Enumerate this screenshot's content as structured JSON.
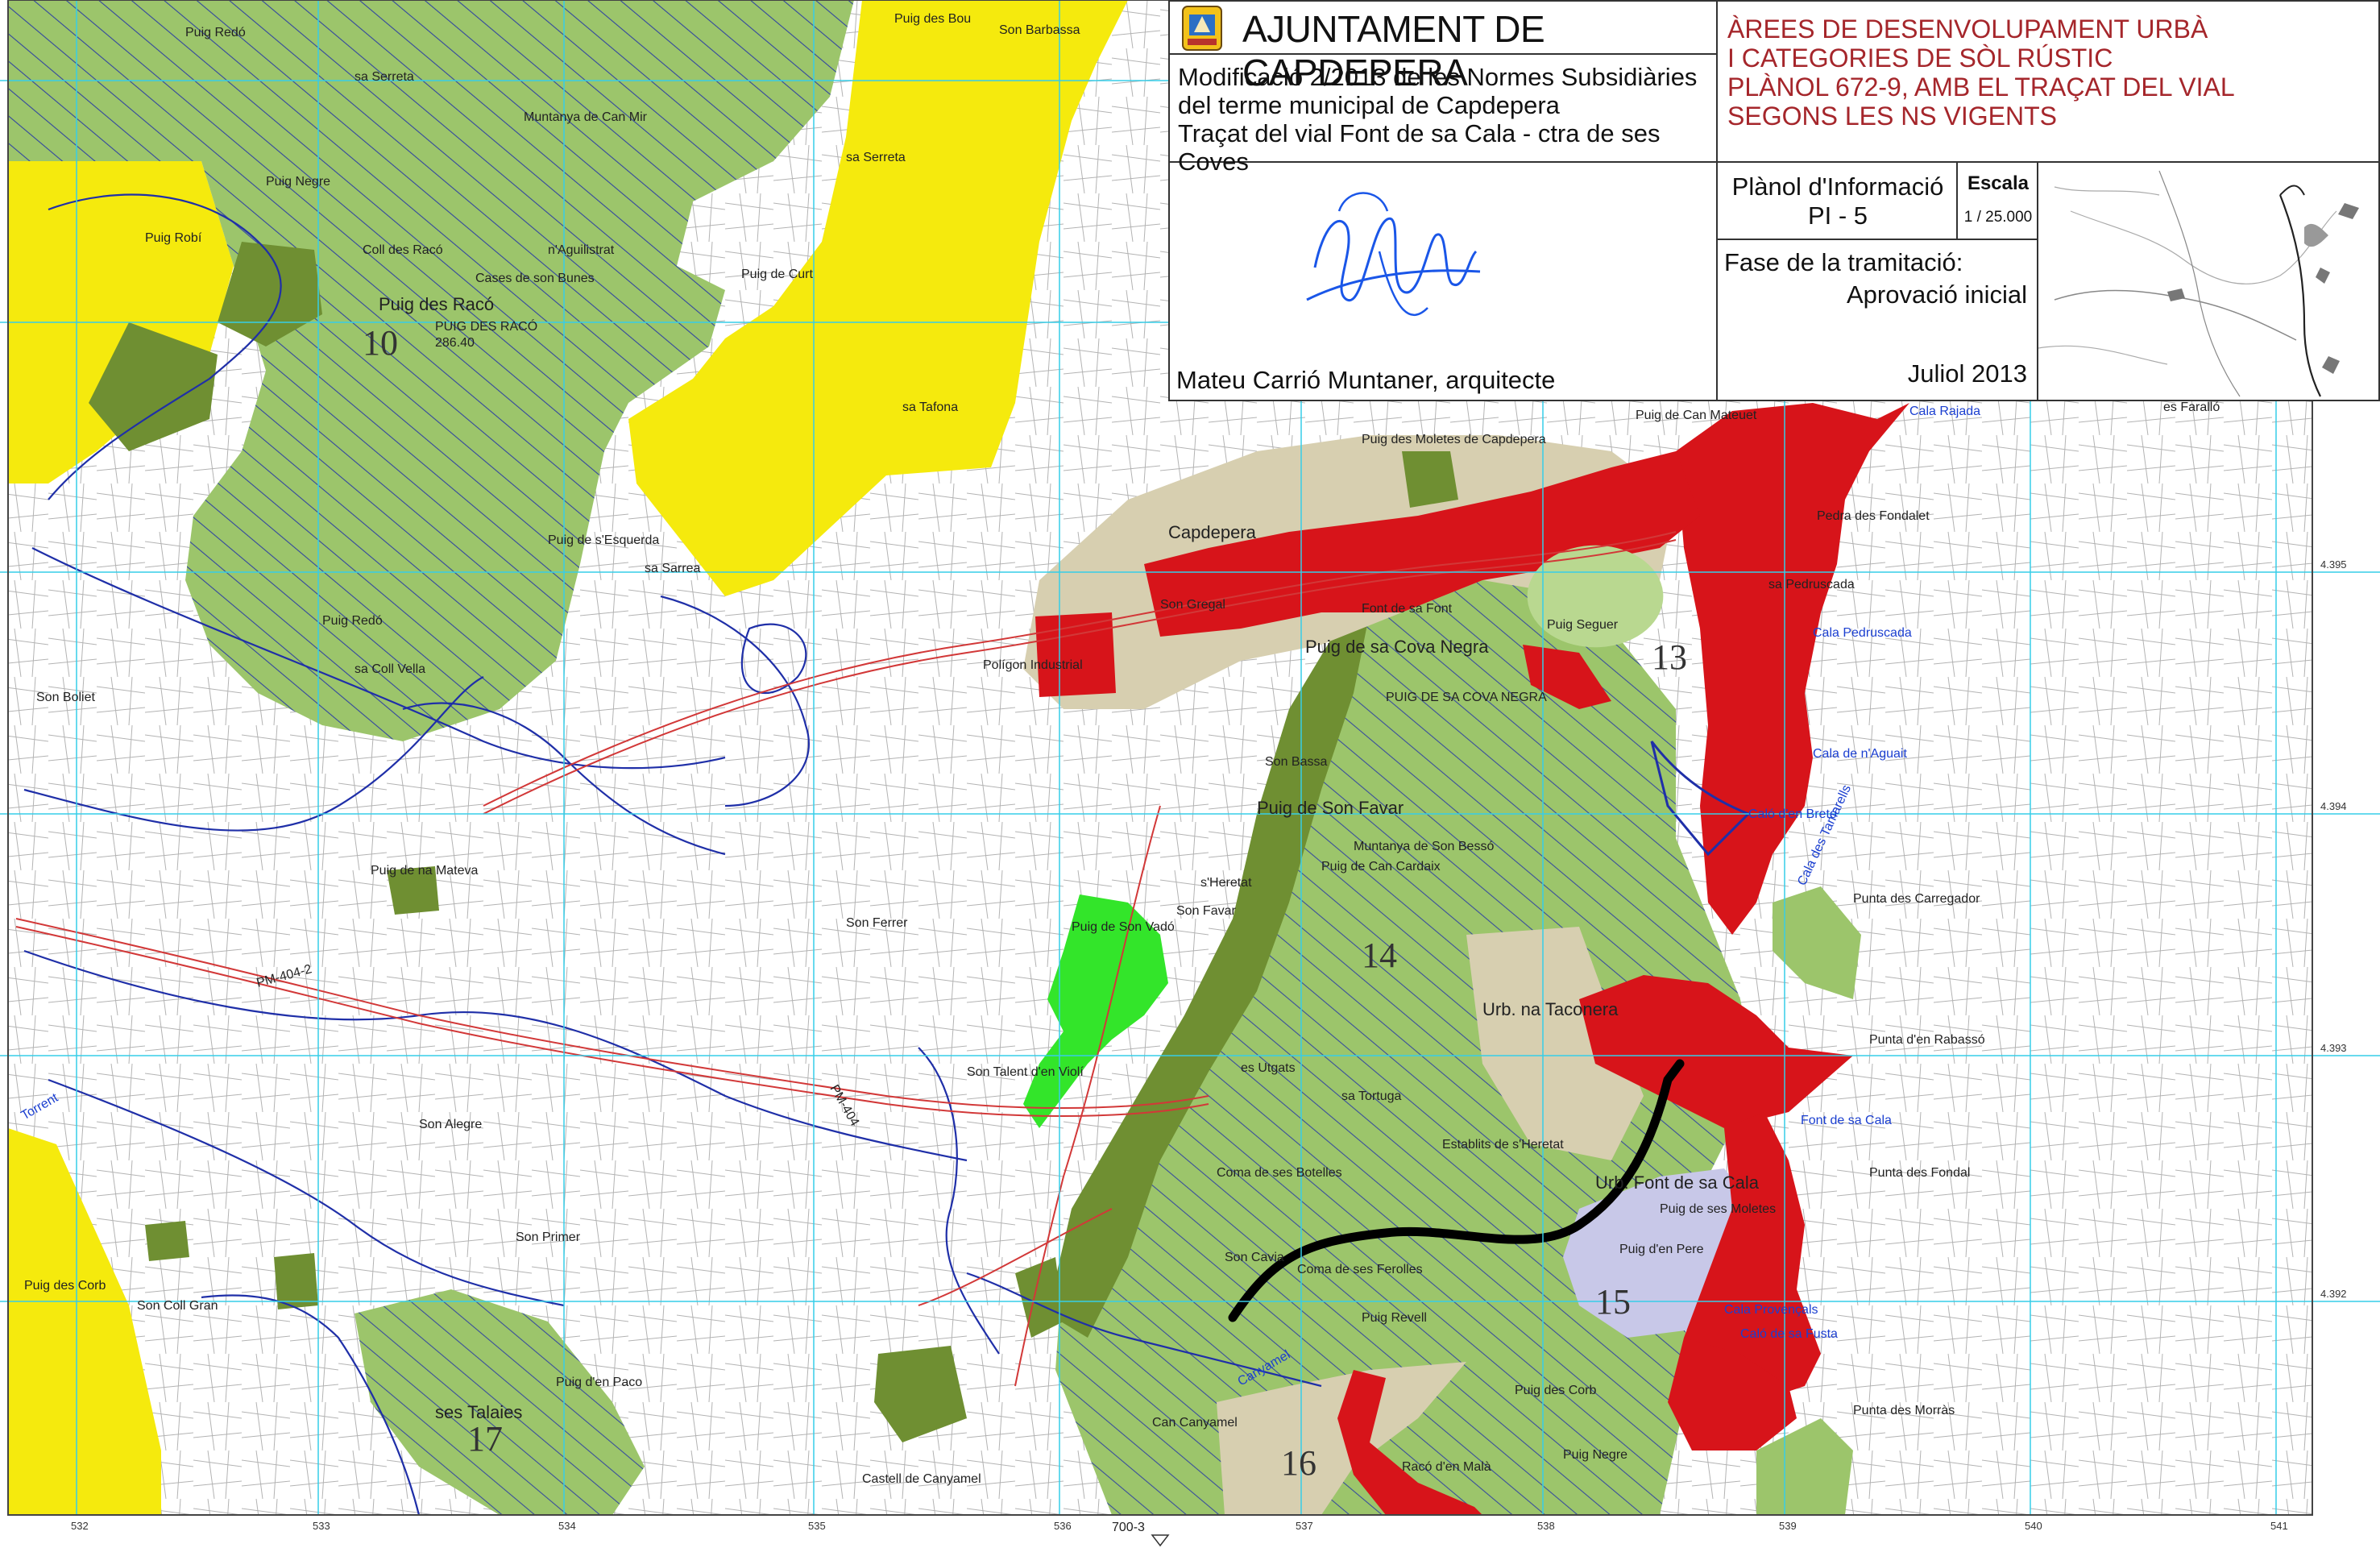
{
  "title_block": {
    "authority": "AJUNTAMENT DE CAPDEPERA",
    "modification_lines": [
      "Modificació 2/2013 de les Normes Subsidiàries",
      "del terme municipal de Capdepera",
      "Traçat del vial Font de sa Cala - ctra de ses Coves"
    ],
    "map_title_lines": [
      "ÀREES DE DESENVOLUPAMENT URBÀ",
      "I CATEGORIES DE SÒL RÚSTIC",
      "PLÀNOL 672-9, AMB EL TRAÇAT DEL VIAL",
      "SEGONS LES NS VIGENTS"
    ],
    "plan_label": "Plànol d'Informació",
    "plan_number": "PI - 5",
    "scale_label": "Escala",
    "scale_value": "1 / 25.000",
    "phase_label": "Fase de la tramitació:",
    "phase_value": "Aprovació inicial",
    "date": "Juliol 2013",
    "architect": "Mateu Carrió Muntaner, arquitecte"
  },
  "colors": {
    "urban_red": "#d7141a",
    "rustic_green": "#9cc56b",
    "forest_dark": "#6f8f32",
    "natural_yellow": "#f5ea0d",
    "bright_green": "#33e52a",
    "beige": "#d7cfb0",
    "hatch_blue": "#1f2fa8",
    "grid_cyan": "#37cde8",
    "lavender": "#c8c8e8"
  },
  "sectors": [
    "10",
    "13",
    "14",
    "15",
    "16",
    "17"
  ],
  "places": {
    "puig_redo_top": "Puig Redó",
    "puig_des_bou": "Puig des Bou",
    "son_barbassa": "Son Barbassa",
    "sa_serreta": "sa Serreta",
    "muntanya_can_mir": "Muntanya de Can Mir",
    "sa_serreta2": "sa Serreta",
    "puig_negre_top": "Puig Negre",
    "puig_robi": "Puig Robí",
    "coll_des_raco": "Coll des Racó",
    "n_aguilistrat": "n'Aguilistrat",
    "puig_de_curt": "Puig de Curt",
    "cases_son_bunes": "Cases de son Bunes",
    "puig_des_raco": "Puig des Racó",
    "puig_des_raco_sub": "PUIG DES RACÓ",
    "puig_des_raco_alt": "286.40",
    "sa_tafona": "sa Tafona",
    "cala_rajada": "Cala Rajada",
    "es_farallo": "es Faralló",
    "puig_can_mateuet": "Puig de Can Mateuet",
    "puig_moleta_capdepera": "Puig des Moletes de Capdepera",
    "capdepera": "Capdepera",
    "puig_esquerda": "Puig de s'Esquerda",
    "sa_sarrea": "sa Sarrea",
    "pedra_fondalet": "Pedra des Fondalet",
    "puig_redo": "Puig Redó",
    "son_gregal": "Son Gregal",
    "puig_seguer": "Puig Seguer",
    "sa_pedruscada": "sa Pedruscada",
    "cala_pedruscada": "Cala Pedruscada",
    "sa_coll_vella": "sa Coll Vella",
    "poligon": "Polígon Industrial",
    "font_sa_font": "Font de sa Font",
    "puig_cova_negra": "Puig de sa Cova Negra",
    "puig_cova_negra_sub": "PUIG DE SA COVA NEGRA",
    "son_boliet": "Son Boliet",
    "cala_n_aguait": "Cala de n'Aguait",
    "calo_breto": "Caló d'en Bretó",
    "son_bassa": "Son Bassa",
    "puig_son_favar": "Puig de Son Favar",
    "muntanya_son_besso": "Muntanya de Son Bessó",
    "cala_tamarells": "Cala des Tamarells",
    "puig_can_cardaix": "Puig de Can Cardaix",
    "puig_na_mateva": "Puig de na Mateva",
    "punta_carregador": "Punta des Carregador",
    "puig_son_vado": "Puig de Son Vadó",
    "son_ferrer": "Son Ferrer",
    "son_favar": "Son Favar",
    "s_heretat": "s'Heretat",
    "urb_na_taconera": "Urb. na Taconera",
    "punta_rabasso": "Punta d'en Rabassó",
    "son_talent_vioti": "Son Talent d'en Violí",
    "es_utgats": "es Utgats",
    "sa_tortuga": "sa Tortuga",
    "son_alegre": "Son Alegre",
    "font_sa_cala": "Font de sa Cala",
    "establits": "Establits de s'Heretat",
    "punta_fondal": "Punta des Fondal",
    "urb_font_sa_cala": "Urb. Font de sa Cala",
    "puig_ses_moletes": "Puig de ses Moletes",
    "son_primer": "Son Primer",
    "coma_botelles": "Coma de ses Botelles",
    "puig_en_pere": "Puig d'en Pere",
    "son_cavia": "Son Cavia",
    "coma_ses_ferolles": "Coma de ses Ferolles",
    "cala_provencals": "Cala Provençals",
    "calo_sa_fusta": "Caló de sa Fusta",
    "puig_des_corb_left": "Puig des Corb",
    "son_coll_gran": "Son Coll Gran",
    "puig_revell": "Puig Revell",
    "puig_en_paco": "Puig d'en Paco",
    "ses_talaies": "ses Talaies",
    "puig_des_corb": "Puig des Corb",
    "can_canyamel": "Can Canyamel",
    "punta_morras": "Punta des Morràs",
    "raco_en_mala": "Racó d'en Malà",
    "puig_negre": "Puig Negre",
    "castell_canyamel": "Castell de Canyamel",
    "torrent_bottom": "Torrent",
    "torrent_de_canyamel": "Canyamel"
  },
  "road_labels": [
    "PM-404-2",
    "PM-404",
    "700-3"
  ],
  "grid_x_labels": [
    "532",
    "533",
    "534",
    "535",
    "536",
    "537",
    "538",
    "539",
    "540",
    "541"
  ],
  "grid_y_labels": [
    "4.395",
    "4.394",
    "4.393",
    "4.392"
  ]
}
